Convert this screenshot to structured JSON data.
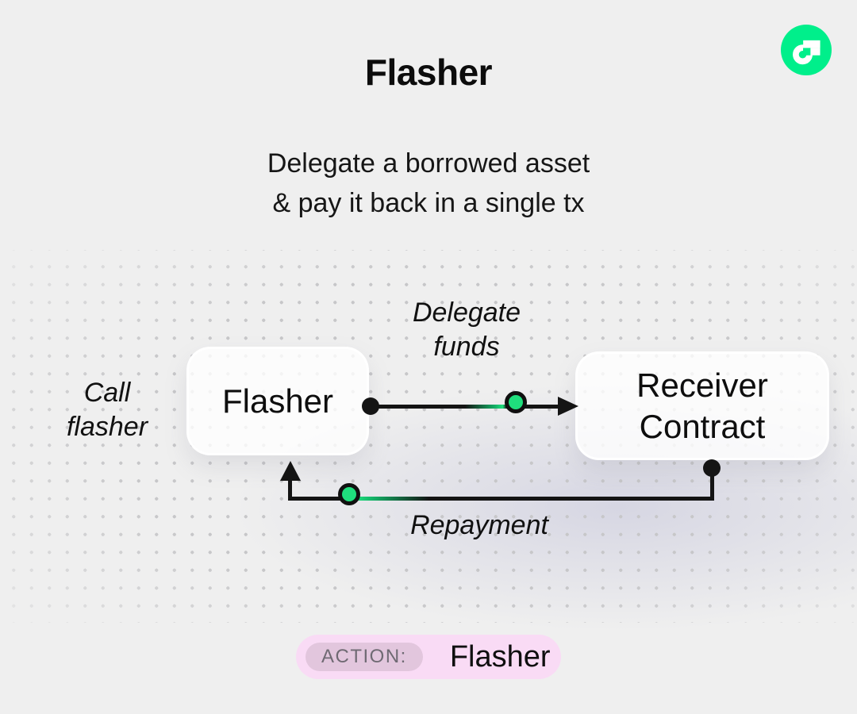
{
  "header": {
    "title": "Flasher",
    "subtitle_line1": "Delegate a borrowed asset",
    "subtitle_line2": "& pay it back in a single tx"
  },
  "logo": {
    "name": "Flow",
    "color": "#00EF8B"
  },
  "diagram": {
    "flasher_node": {
      "label": "Flasher"
    },
    "receiver_node": {
      "label_line1": "Receiver",
      "label_line2": "Contract"
    },
    "labels": {
      "call_line1": "Call",
      "call_line2": "flasher",
      "delegate_line1": "Delegate",
      "delegate_line2": "funds",
      "repayment": "Repayment"
    },
    "colors": {
      "line": "#141414",
      "token_green": "#1FDF7D",
      "node_bg": "#FFFFFF",
      "background": "#EFEFEF",
      "dots": "#C7C7C9"
    }
  },
  "footer": {
    "action_label": "ACTION:",
    "action_value": "Flasher",
    "badge_bg": "#F9DBF5",
    "label_bg": "#E2C6DD"
  }
}
